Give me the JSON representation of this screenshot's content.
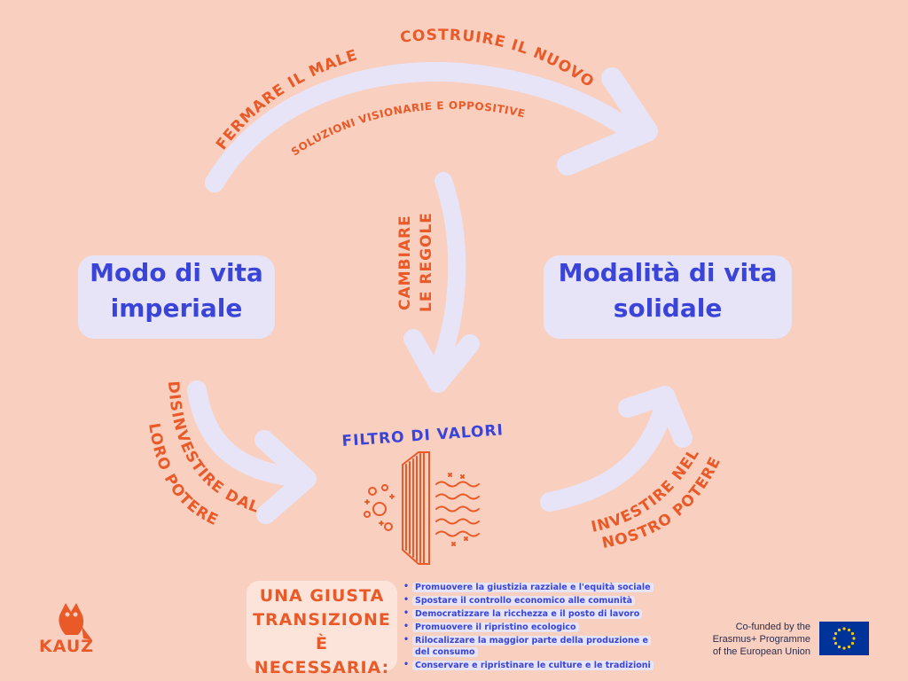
{
  "arrow_labels": {
    "fermare": "FERMARE IL MALE",
    "costruire": "COSTRUIRE IL NUOVO",
    "soluzioni": "SOLUZIONI VISIONARIE E OPPOSITIVE",
    "cambiare_line1": "CAMBIARE",
    "cambiare_line2": "LE REGOLE",
    "disinvestire_line1": "DISINVESTIRE DAL",
    "disinvestire_line2": "LORO POTERE",
    "investire_line1": "INVESTIRE NEL",
    "investire_line2": "NOSTRO POTERE",
    "filtro": "FILTRO DI VALORI"
  },
  "boxes": {
    "left_line1": "Modo di vita",
    "left_line2": "imperiale",
    "right_line1": "Modalità di vita",
    "right_line2": "solidale"
  },
  "transition": {
    "line1": "UNA GIUSTA",
    "line2": "TRANSIZIONE",
    "line3": "È NECESSARIA:",
    "items": [
      "Promuovere la giustizia razziale e l'equità sociale",
      "Spostare il controllo economico alle comunità",
      "Democratizzare la ricchezza e il posto di lavoro",
      "Promuovere il ripristino ecologico",
      "Rilocalizzare la maggior parte della produzione e del consumo",
      "Conservare e ripristinare le culture e le tradizioni"
    ]
  },
  "logo": {
    "name": "KAUZ",
    "icon": "owl-icon"
  },
  "funding": {
    "line1": "Co-funded by the",
    "line2": "Erasmus+ Programme",
    "line3": "of the European Union",
    "flag": "eu-flag-icon"
  },
  "colors": {
    "background": "#f9cfc0",
    "orange": "#ea5a28",
    "blue": "#3a44d8",
    "arrow": "#e7e4f7"
  }
}
